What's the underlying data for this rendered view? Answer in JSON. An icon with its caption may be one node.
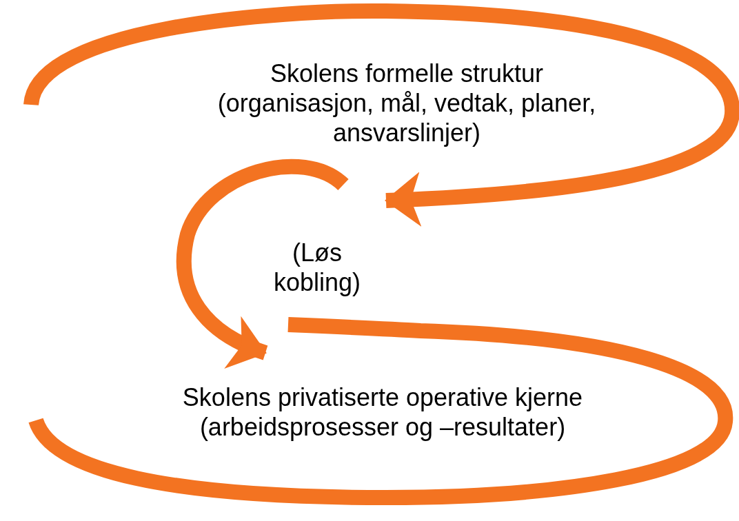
{
  "diagram": {
    "nodes": [
      {
        "text": [
          "Skolens formelle struktur",
          "(organisasjon, mål, vedtak, planer, ansvarslinjer)"
        ]
      },
      {
        "text": [
          "(Løs kobling)"
        ]
      },
      {
        "text": [
          "Skolens privatiserte operative kjerne",
          "(arbeidsprosesser og –resultater)"
        ]
      }
    ],
    "edges": [
      {
        "from": null,
        "to": 1,
        "arrow": "to"
      },
      {
        "from": 0,
        "to": 2,
        "arrow": "to"
      },
      {
        "from": 1,
        "to": null,
        "arrow": "none"
      }
    ]
  }
}
